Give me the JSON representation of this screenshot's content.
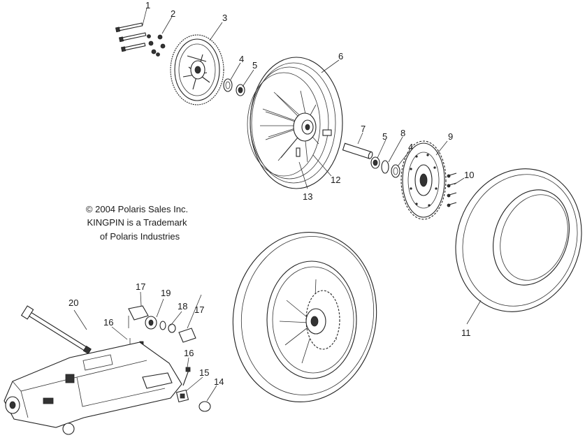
{
  "copyright_lines": [
    "© 2004 Polaris Sales Inc.",
    "KINGPIN is a Trademark",
    "of Polaris Industries"
  ],
  "callouts": [
    "1",
    "2",
    "3",
    "4",
    "5",
    "6",
    "7",
    "5",
    "8",
    "4",
    "9",
    "10",
    "12",
    "13",
    "11",
    "20",
    "17",
    "19",
    "18",
    "17",
    "16",
    "16",
    "15",
    "14"
  ]
}
